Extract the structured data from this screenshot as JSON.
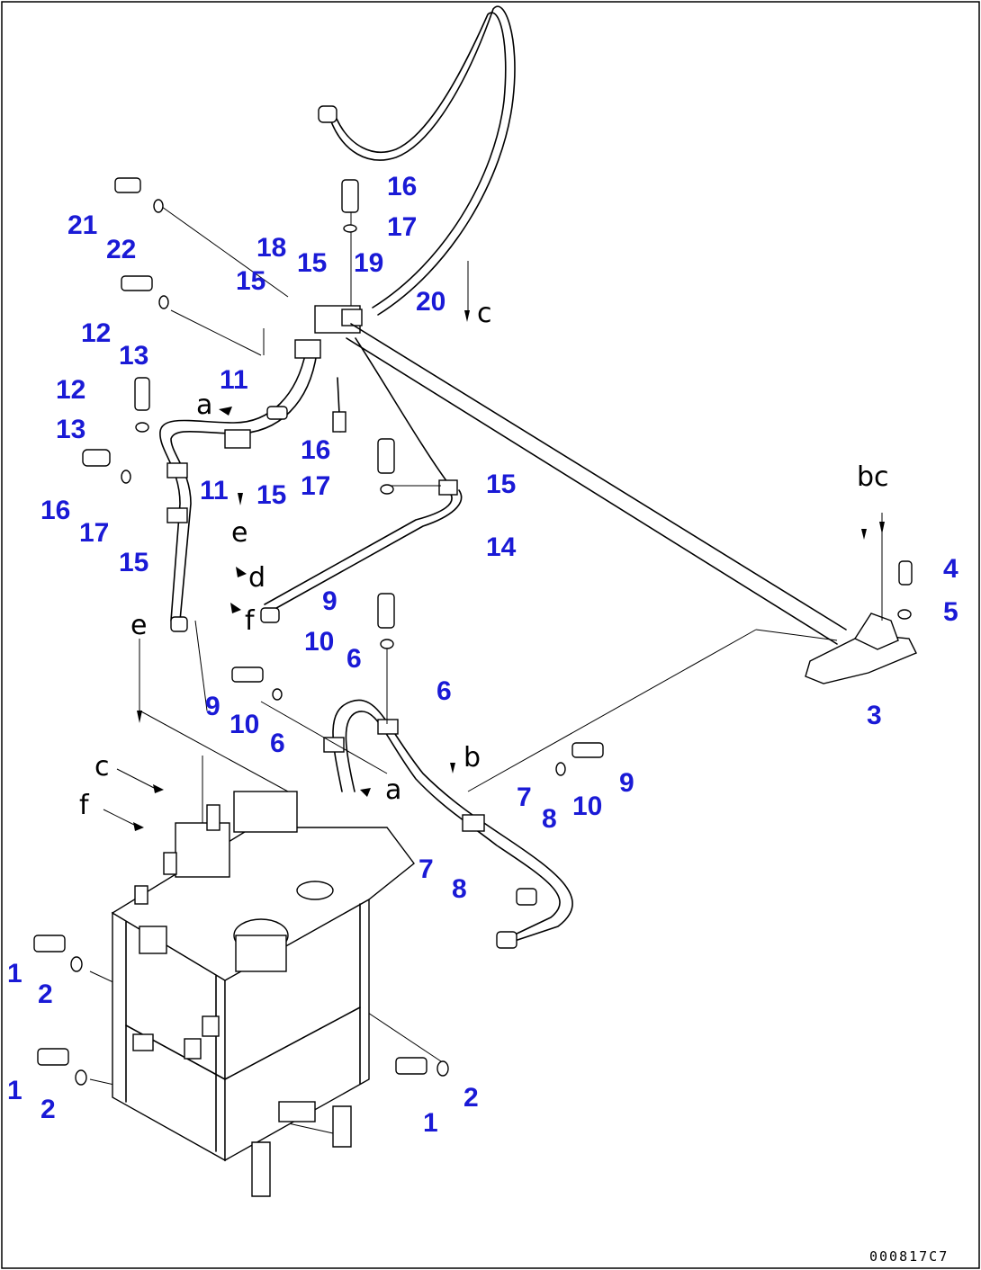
{
  "drawing_code": "000817C7",
  "callouts": [
    {
      "label": "16"
    },
    {
      "label": "17"
    },
    {
      "label": "18"
    },
    {
      "label": "15"
    },
    {
      "label": "19"
    },
    {
      "label": "15"
    },
    {
      "label": "20"
    },
    {
      "label": "21"
    },
    {
      "label": "22"
    },
    {
      "label": "12"
    },
    {
      "label": "13"
    },
    {
      "label": "11"
    },
    {
      "label": "12"
    },
    {
      "label": "13"
    },
    {
      "label": "16"
    },
    {
      "label": "17"
    },
    {
      "label": "11"
    },
    {
      "label": "15"
    },
    {
      "label": "16"
    },
    {
      "label": "17"
    },
    {
      "label": "15"
    },
    {
      "label": "14"
    },
    {
      "label": "15"
    },
    {
      "label": "9"
    },
    {
      "label": "10"
    },
    {
      "label": "6"
    },
    {
      "label": "6"
    },
    {
      "label": "9"
    },
    {
      "label": "10"
    },
    {
      "label": "6"
    },
    {
      "label": "4"
    },
    {
      "label": "5"
    },
    {
      "label": "3"
    },
    {
      "label": "9"
    },
    {
      "label": "10"
    },
    {
      "label": "7"
    },
    {
      "label": "8"
    },
    {
      "label": "7"
    },
    {
      "label": "8"
    },
    {
      "label": "1"
    },
    {
      "label": "2"
    },
    {
      "label": "1"
    },
    {
      "label": "2"
    },
    {
      "label": "1"
    },
    {
      "label": "2"
    }
  ],
  "connection_letters": [
    {
      "label": "c"
    },
    {
      "label": "a"
    },
    {
      "label": "e"
    },
    {
      "label": "d"
    },
    {
      "label": "f"
    },
    {
      "label": "bc"
    },
    {
      "label": "e"
    },
    {
      "label": "b"
    },
    {
      "label": "c"
    },
    {
      "label": "f"
    },
    {
      "label": "a"
    }
  ]
}
